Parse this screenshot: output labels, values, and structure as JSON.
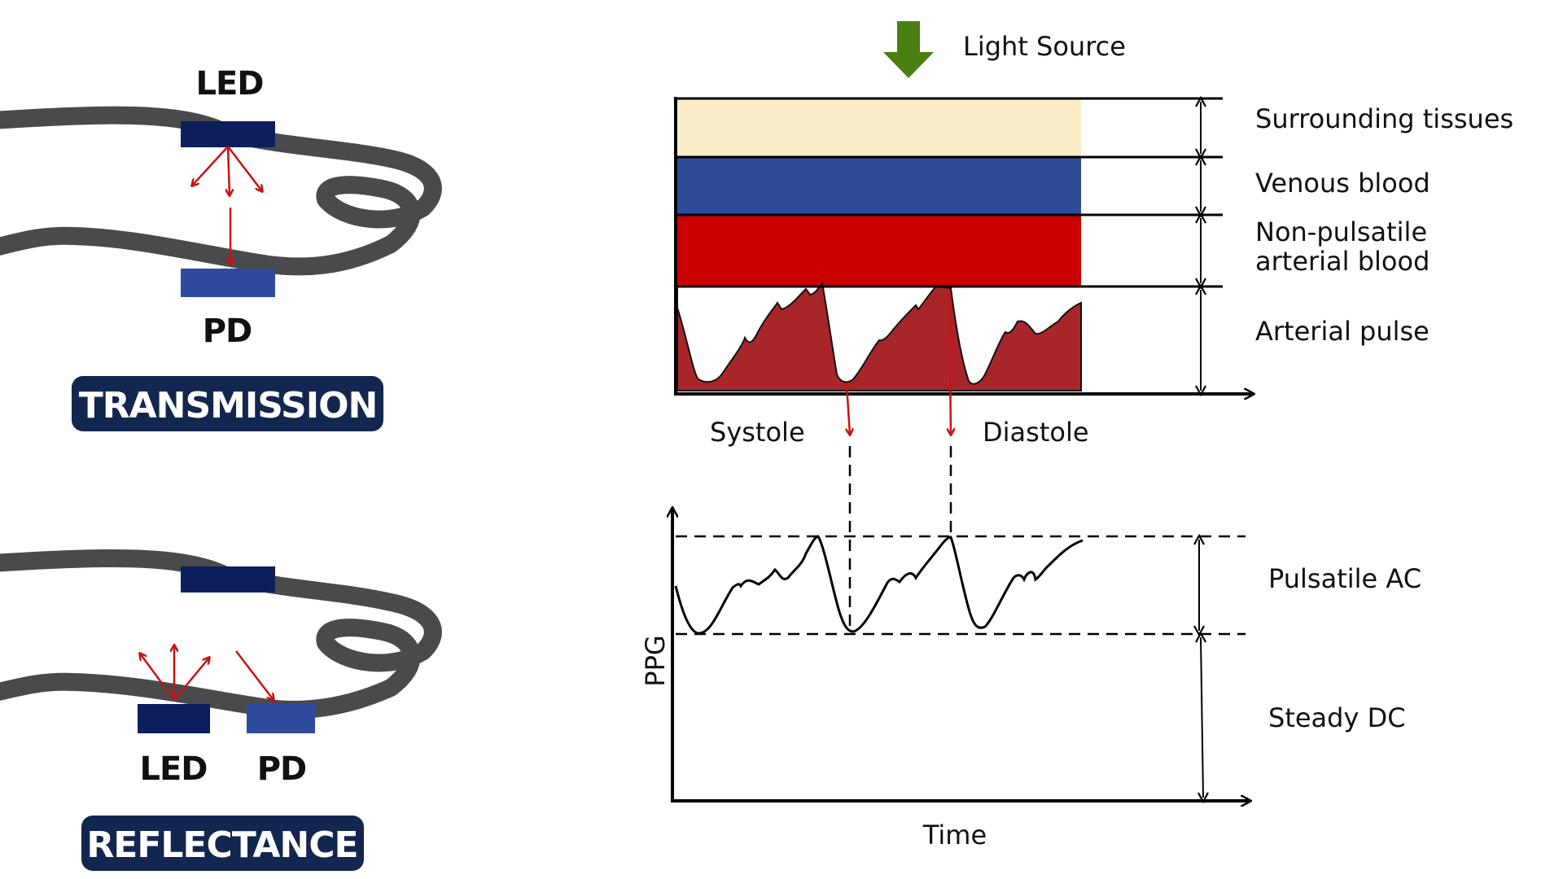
{
  "left": {
    "transmission": {
      "led_label": "LED",
      "pd_label": "PD",
      "badge": "TRANSMISSION"
    },
    "reflectance": {
      "led_label": "LED",
      "pd_label": "PD",
      "badge": "REFLECTANCE"
    }
  },
  "right": {
    "light_source": "Light Source",
    "layers": {
      "surrounding": "Surrounding tissues",
      "venous": "Venous blood",
      "nonpulsatile_1": "Non-pulsatile",
      "nonpulsatile_2": "arterial blood",
      "pulse": "Arterial pulse"
    },
    "systole": "Systole",
    "diastole": "Diastole",
    "ppg_axis": "PPG",
    "time_axis": "Time",
    "pulsatile": "Pulsatile AC",
    "steady": "Steady DC"
  },
  "colors": {
    "led_dark": "#0c1f5c",
    "pd_blue": "#2e4a9c",
    "badge": "#12264f",
    "finger": "#4a4a4c",
    "arrow_red": "#cc1111",
    "light_arrow": "#4a7f12",
    "tissue": "#fbedc8",
    "venous": "#2e4b97",
    "arterial": "#cc0000",
    "pulse": "#a8262a"
  },
  "icons": [
    "light-source-arrow-icon",
    "finger-icon",
    "light-ray-arrow-icon"
  ]
}
